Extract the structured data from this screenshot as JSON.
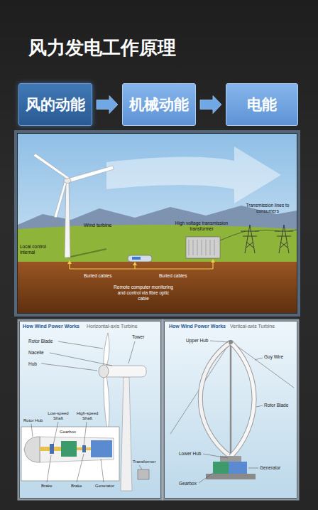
{
  "diagram": {
    "title": "风力发电工作原理",
    "nodes": [
      {
        "text": [
          "风的动能"
        ]
      },
      {
        "text": [
          "机械动能"
        ]
      },
      {
        "text": [
          "电能"
        ]
      }
    ],
    "edges": [
      {
        "from": 0,
        "to": 1,
        "arrow": "to"
      },
      {
        "from": 1,
        "to": 2,
        "arrow": "to"
      }
    ],
    "labels": [
      "Wind turbine",
      "Local control internal",
      "High voltage transmission transformer",
      "Transmission lines to consumers",
      "Buried cables",
      "Buried cables",
      "Remote computer monitoring and control via fibre optic cable",
      "How Wind Power Works",
      "Horizontal-axis Turbine",
      "Rotor Blade",
      "Nacelle",
      "Hub",
      "Tower",
      "Low-speed Shaft",
      "High-speed Shaft",
      "Rotor Hub",
      "Gearbox",
      "Brake",
      "Brake",
      "Generator",
      "Transformer",
      "How Wind Power Works",
      "Vertical-axis Turbine",
      "Upper Hub",
      "Guy Wire",
      "Rotor Blade",
      "Lower Hub",
      "Generator",
      "Gearbox"
    ]
  }
}
